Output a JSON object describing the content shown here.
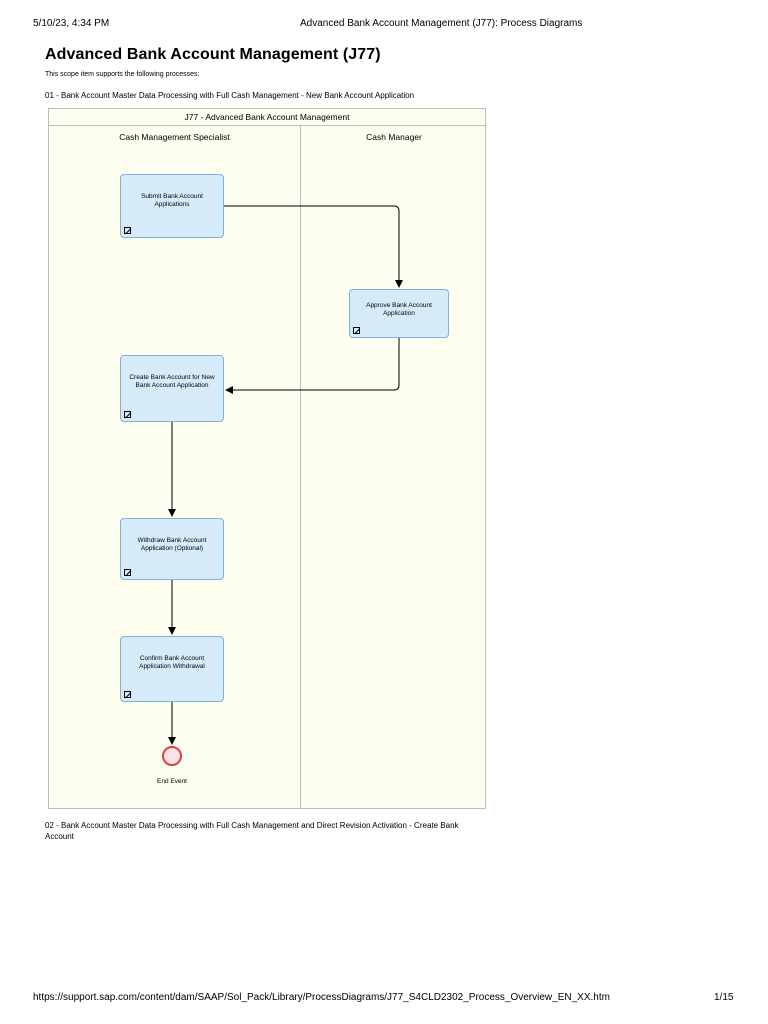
{
  "header": {
    "datetime": "5/10/23, 4:34 PM",
    "title": "Advanced Bank Account Management (J77): Process Diagrams"
  },
  "document": {
    "title": "Advanced Bank Account Management (J77)",
    "intro": "This scope item supports the following processes:",
    "process_1": "01 - Bank Account Master Data Processing with Full Cash Management - New Bank Account Application",
    "process_2": "02 - Bank Account Master Data Processing with Full Cash Management and Direct Revision Activation - Create Bank Account"
  },
  "diagram": {
    "pool_title": "J77 - Advanced Bank Account Management",
    "lanes": [
      "Cash Management Specialist",
      "Cash Manager"
    ],
    "tasks": [
      "Submit Bank Account Applications",
      "Approve Bank Account Application",
      "Create Bank Account for New Bank Account Application",
      "Withdraw Bank Account Application (Optional)",
      "Confirm Bank Account Application Withdrawal"
    ],
    "end_event": "End Event"
  },
  "footer": {
    "url": "https://support.sap.com/content/dam/SAAP/Sol_Pack/Library/ProcessDiagrams/J77_S4CLD2302_Process_Overview_EN_XX.htm",
    "page": "1/15"
  }
}
